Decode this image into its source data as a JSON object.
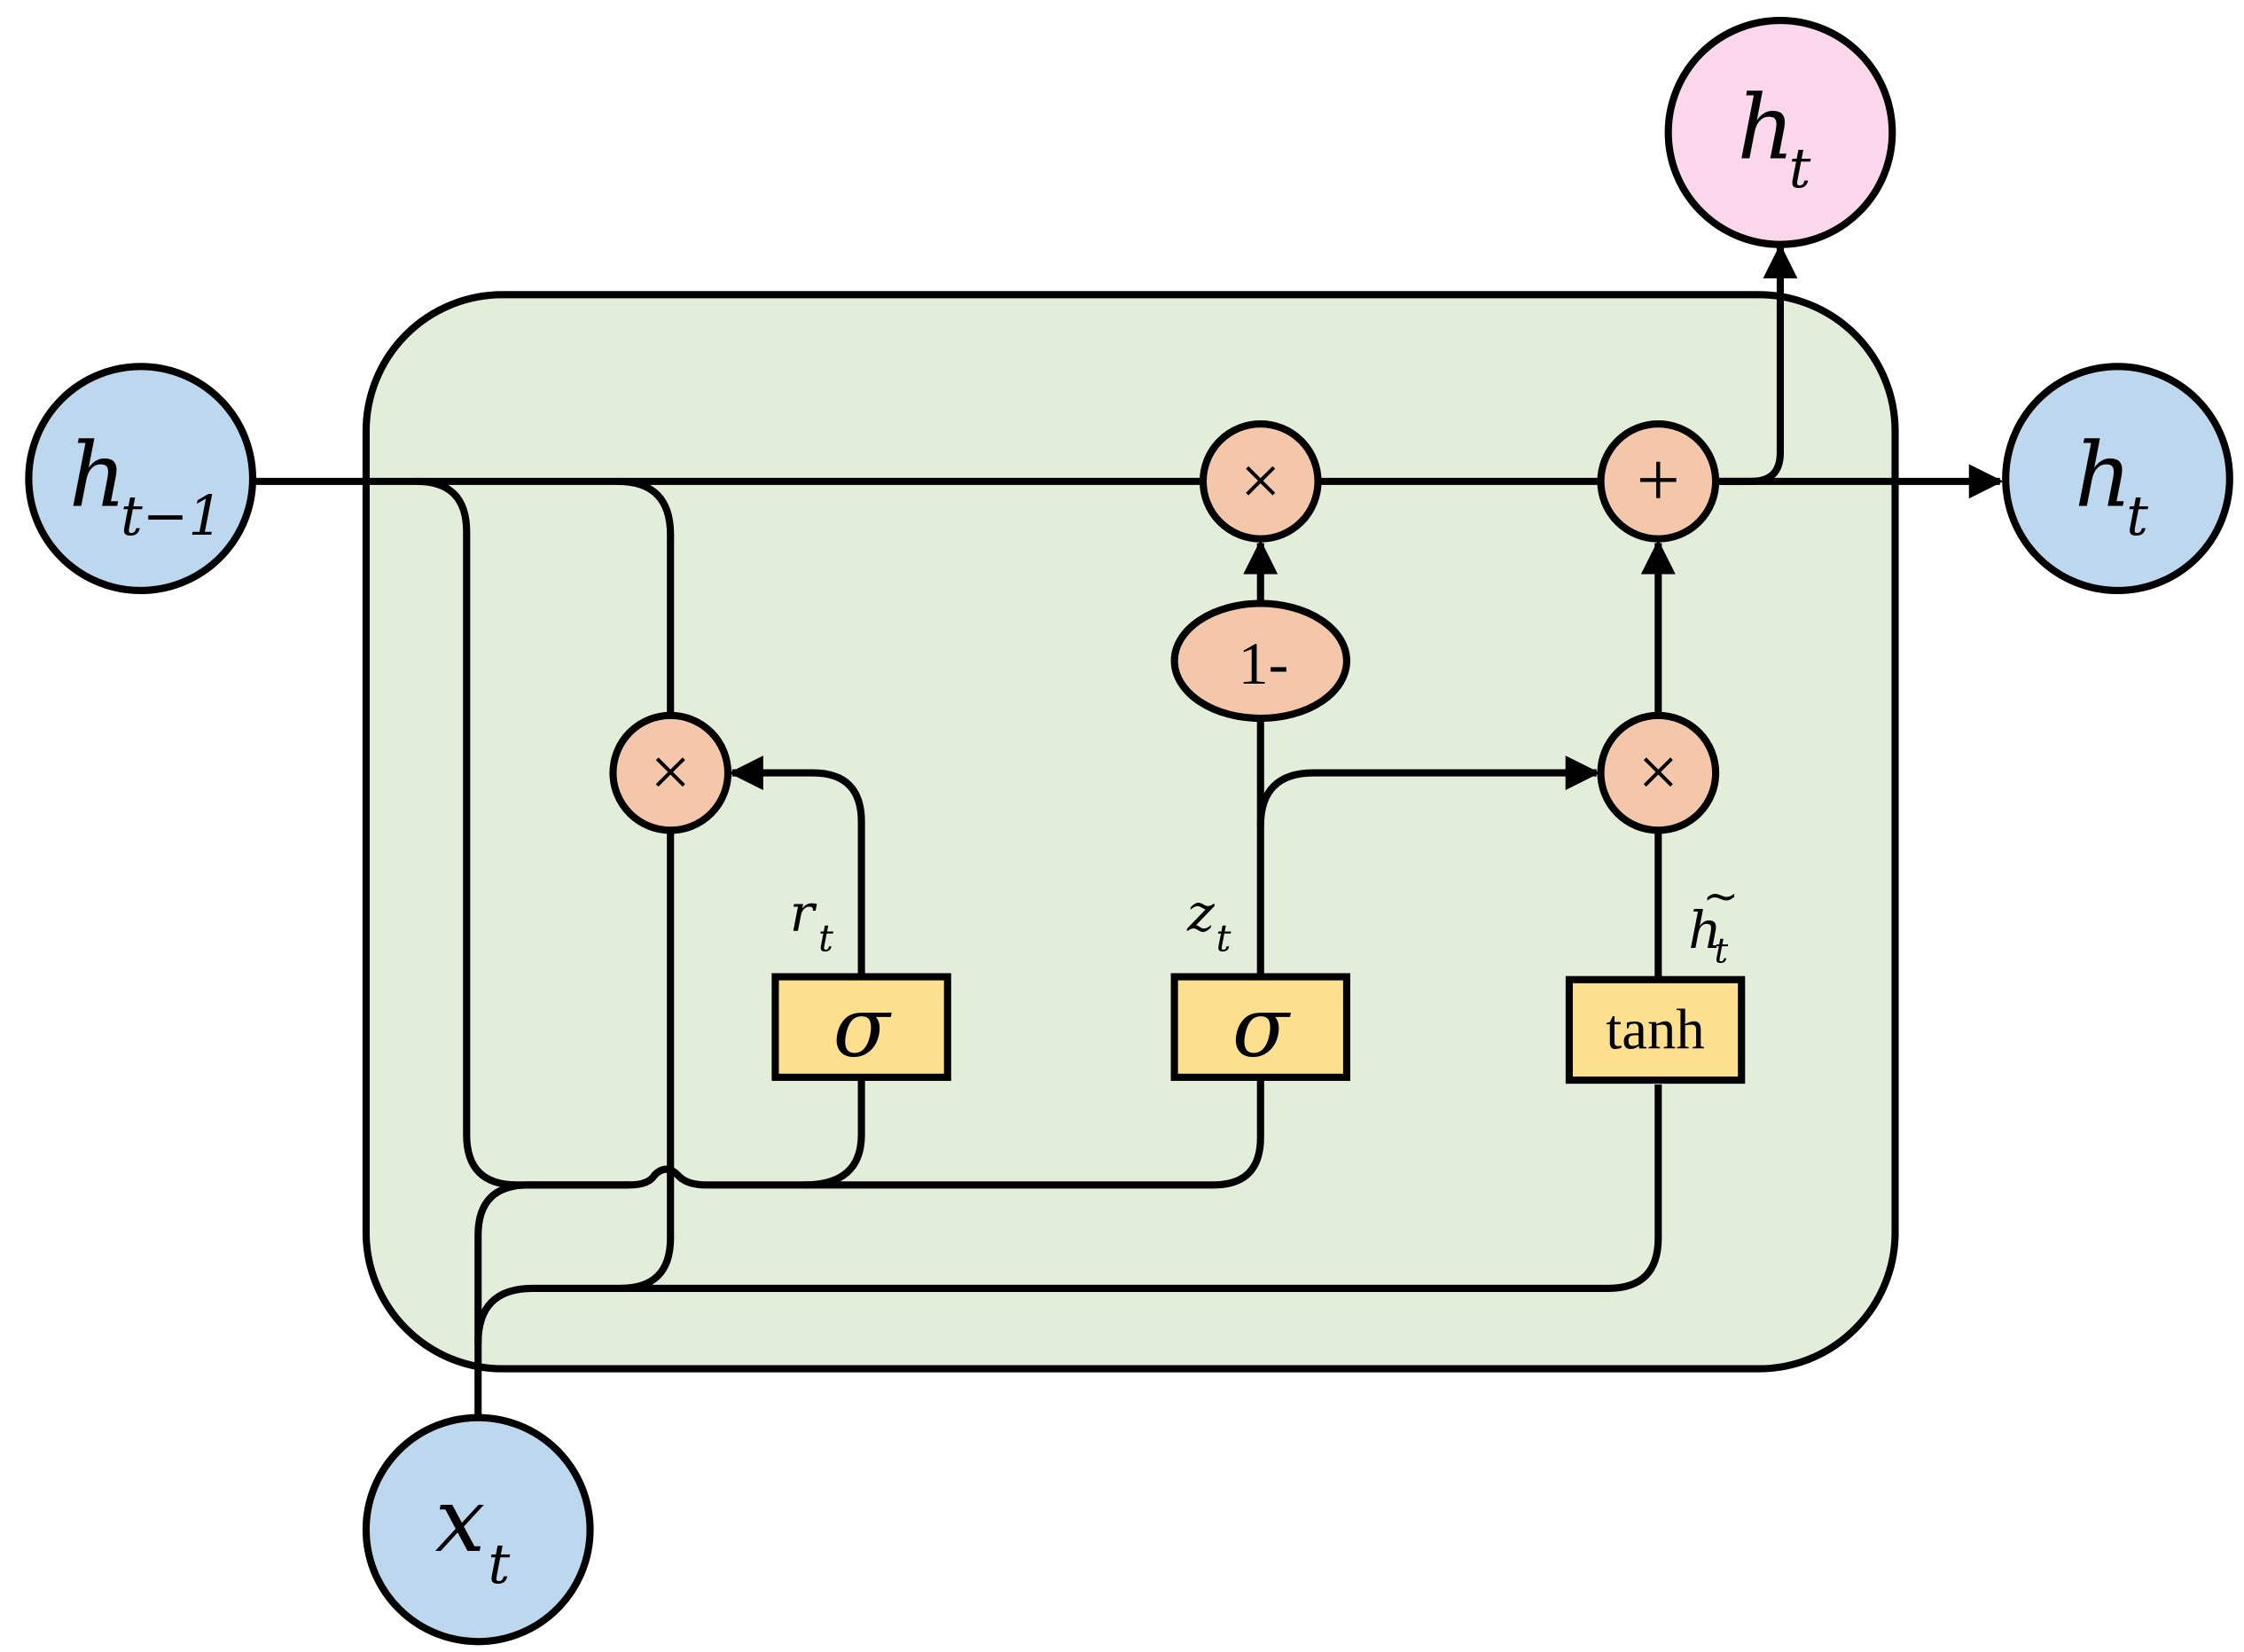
{
  "colors": {
    "cell_fill": "#e2eed9",
    "io_blue": "#bdd7ee",
    "output_pink": "#fbd7ec",
    "operator_orange": "#f4c7aa",
    "gate_yellow": "#fde08f",
    "line": "#000000"
  },
  "nodes": {
    "h_prev": {
      "base": "h",
      "sub": "t−1"
    },
    "h_out_right": {
      "base": "h",
      "sub": "t"
    },
    "h_out_top": {
      "base": "h",
      "sub": "t"
    },
    "x_in": {
      "base": "x",
      "sub": "t"
    }
  },
  "operators": {
    "reset_multiply": "×",
    "hidden_multiply": "×",
    "candidate_multiply": "×",
    "sum": "+",
    "one_minus": "1-"
  },
  "gates": {
    "reset": {
      "symbol": "σ",
      "label_base": "r",
      "label_sub": "t"
    },
    "update": {
      "symbol": "σ",
      "label_base": "z",
      "label_sub": "t"
    },
    "candidate": {
      "symbol": "tanh",
      "label_base": "h",
      "label_sub": "t",
      "label_accent": "~"
    }
  }
}
